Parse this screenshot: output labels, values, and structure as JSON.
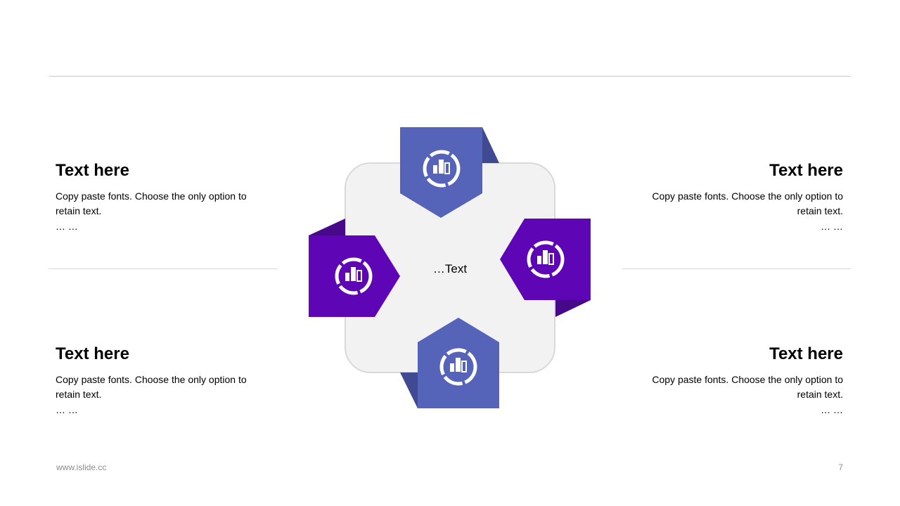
{
  "blocks": [
    {
      "title": "Text here",
      "body": "Copy paste fonts. Choose the only option to retain text.",
      "ellipsis": "… …"
    },
    {
      "title": "Text here",
      "body": "Copy paste fonts. Choose the only option to retain text.",
      "ellipsis": "… …"
    },
    {
      "title": "Text here",
      "body": "Copy paste fonts. Choose the only option to retain text.",
      "ellipsis": "… …"
    },
    {
      "title": "Text here",
      "body": "Copy paste fonts. Choose the only option to retain text.",
      "ellipsis": "… …"
    }
  ],
  "center_label": "…Text",
  "badges": [
    {
      "position": "top",
      "icon": "chart-icon",
      "color": "#5563B8",
      "shade": "#3F4A92"
    },
    {
      "position": "right",
      "icon": "chart-icon",
      "color": "#5E06B6",
      "shade": "#46098A"
    },
    {
      "position": "bottom",
      "icon": "chart-icon",
      "color": "#5563B8",
      "shade": "#3F4A92"
    },
    {
      "position": "left",
      "icon": "chart-icon",
      "color": "#5E06B6",
      "shade": "#46098A"
    }
  ],
  "footer": {
    "url": "www.islide.cc",
    "page": "7"
  }
}
